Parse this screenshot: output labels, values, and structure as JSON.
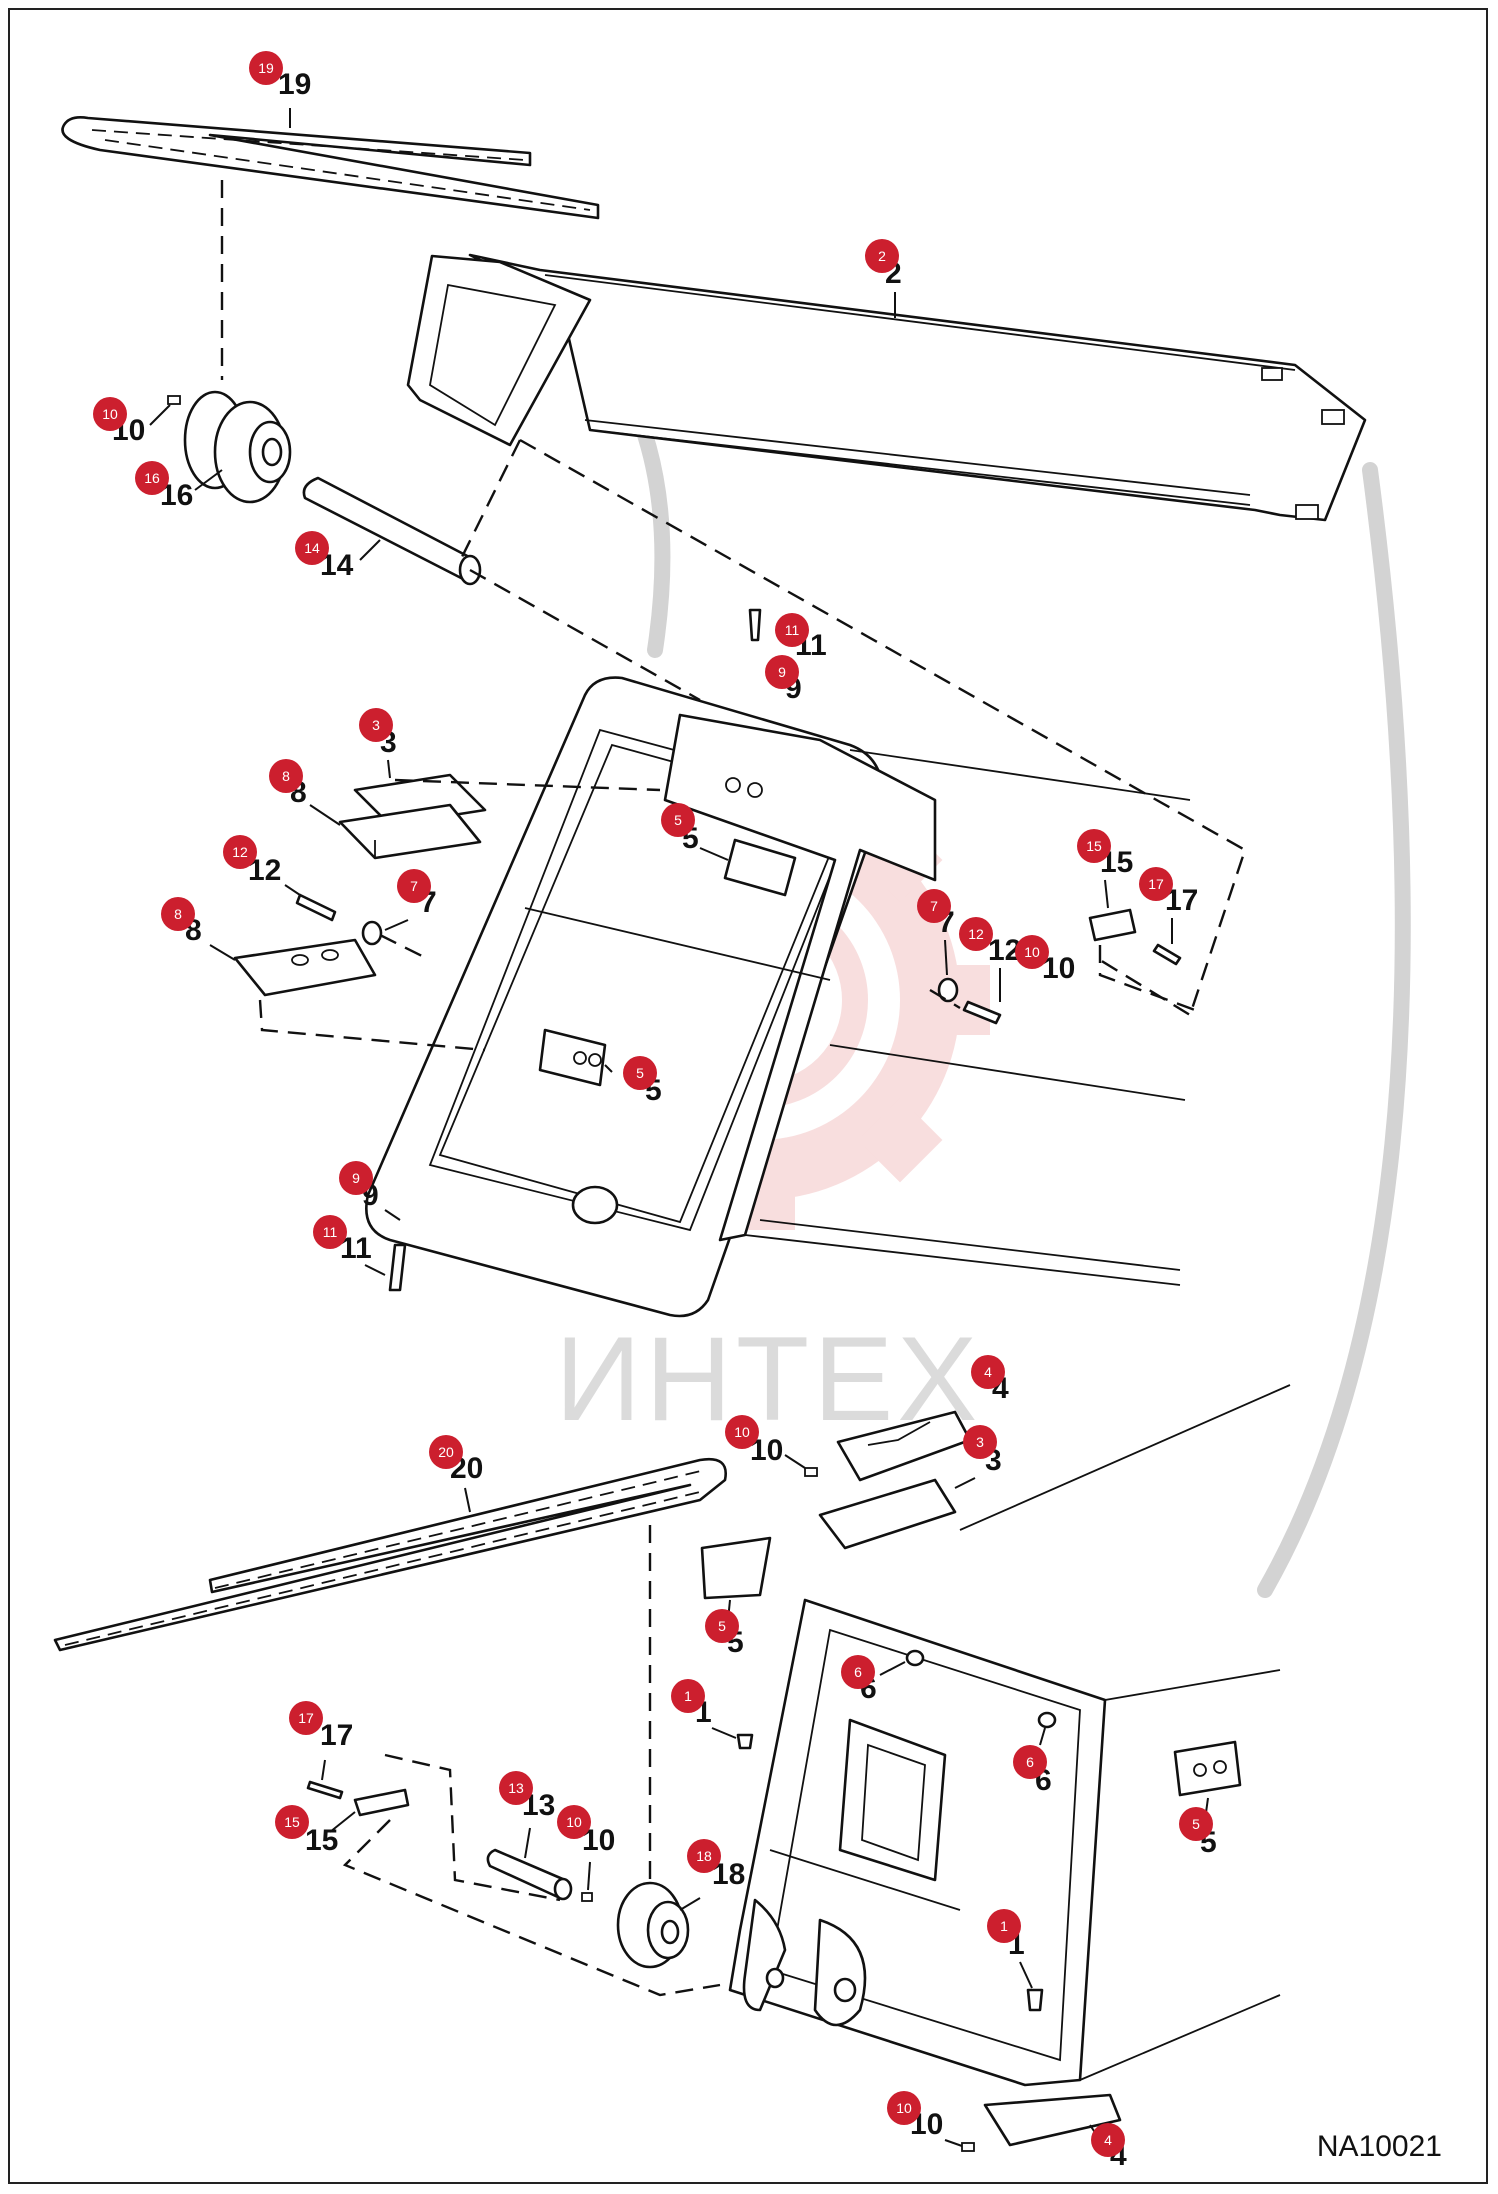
{
  "doc_code": "NA10021",
  "watermark": {
    "text": "ИНТЕХ",
    "color": "#f3c4c4"
  },
  "colors": {
    "badge": "#cc1f2e",
    "line": "#111111",
    "leader_arc": "#d3d3d3"
  },
  "callouts": [
    {
      "id": "c19",
      "label": "19",
      "badge": "19"
    },
    {
      "id": "c2",
      "label": "2",
      "badge": "2"
    },
    {
      "id": "c10a",
      "label": "10",
      "badge": "10"
    },
    {
      "id": "c16",
      "label": "16",
      "badge": "16"
    },
    {
      "id": "c14",
      "label": "14",
      "badge": "14"
    },
    {
      "id": "c11a",
      "label": "11",
      "badge": "11"
    },
    {
      "id": "c9a",
      "label": "9",
      "badge": "9"
    },
    {
      "id": "c3a",
      "label": "3",
      "badge": "3"
    },
    {
      "id": "c8a",
      "label": "8",
      "badge": "8"
    },
    {
      "id": "c5a",
      "label": "5",
      "badge": "5"
    },
    {
      "id": "c12a",
      "label": "12",
      "badge": "12"
    },
    {
      "id": "c7a",
      "label": "7",
      "badge": "7"
    },
    {
      "id": "c8b",
      "label": "8",
      "badge": "8"
    },
    {
      "id": "c15a",
      "label": "15",
      "badge": "15"
    },
    {
      "id": "c17a",
      "label": "17",
      "badge": "17"
    },
    {
      "id": "c7b",
      "label": "7",
      "badge": "7"
    },
    {
      "id": "c12b",
      "label": "12",
      "badge": "12"
    },
    {
      "id": "c10b",
      "label": "10",
      "badge": "10"
    },
    {
      "id": "c5b",
      "label": "5",
      "badge": "5"
    },
    {
      "id": "c9b",
      "label": "9",
      "badge": "9"
    },
    {
      "id": "c11b",
      "label": "11",
      "badge": "11"
    },
    {
      "id": "c4a",
      "label": "4",
      "badge": "4"
    },
    {
      "id": "c10c",
      "label": "10",
      "badge": "10"
    },
    {
      "id": "c3b",
      "label": "3",
      "badge": "3"
    },
    {
      "id": "c20",
      "label": "20",
      "badge": "20"
    },
    {
      "id": "c5c",
      "label": "5",
      "badge": "5"
    },
    {
      "id": "c6a",
      "label": "6",
      "badge": "6"
    },
    {
      "id": "c1a",
      "label": "1",
      "badge": "1"
    },
    {
      "id": "c6b",
      "label": "6",
      "badge": "6"
    },
    {
      "id": "c5d",
      "label": "5",
      "badge": "5"
    },
    {
      "id": "c17b",
      "label": "17",
      "badge": "17"
    },
    {
      "id": "c15b",
      "label": "15",
      "badge": "15"
    },
    {
      "id": "c13",
      "label": "13",
      "badge": "13"
    },
    {
      "id": "c10d",
      "label": "10",
      "badge": "10"
    },
    {
      "id": "c18",
      "label": "18",
      "badge": "18"
    },
    {
      "id": "c1b",
      "label": "1",
      "badge": "1"
    },
    {
      "id": "c10e",
      "label": "10",
      "badge": "10"
    },
    {
      "id": "c4b",
      "label": "4",
      "badge": "4"
    }
  ]
}
